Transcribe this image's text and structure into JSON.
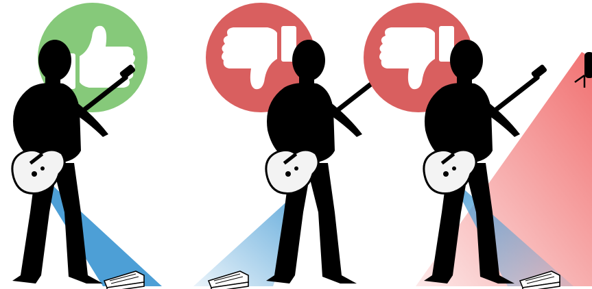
{
  "colors": {
    "background": "#ffffff",
    "approve": "#86c97a",
    "reject": "#d95f5f",
    "silhouette": "#000000",
    "guitar_body": "#f3f3f3",
    "beam_blue": "#4d9fd6",
    "beam_blue_light": "#cfe4f4",
    "beam_red": "#f06a6a"
  },
  "panels": [
    {
      "verdict": "thumbs-up",
      "icon": "thumbs-up-icon",
      "beam": "solid-blue"
    },
    {
      "verdict": "thumbs-down",
      "icon": "thumbs-down-icon",
      "beam": "faded-blue"
    },
    {
      "verdict": "thumbs-down",
      "icon": "thumbs-down-icon",
      "beam": "red-spotlight"
    }
  ]
}
